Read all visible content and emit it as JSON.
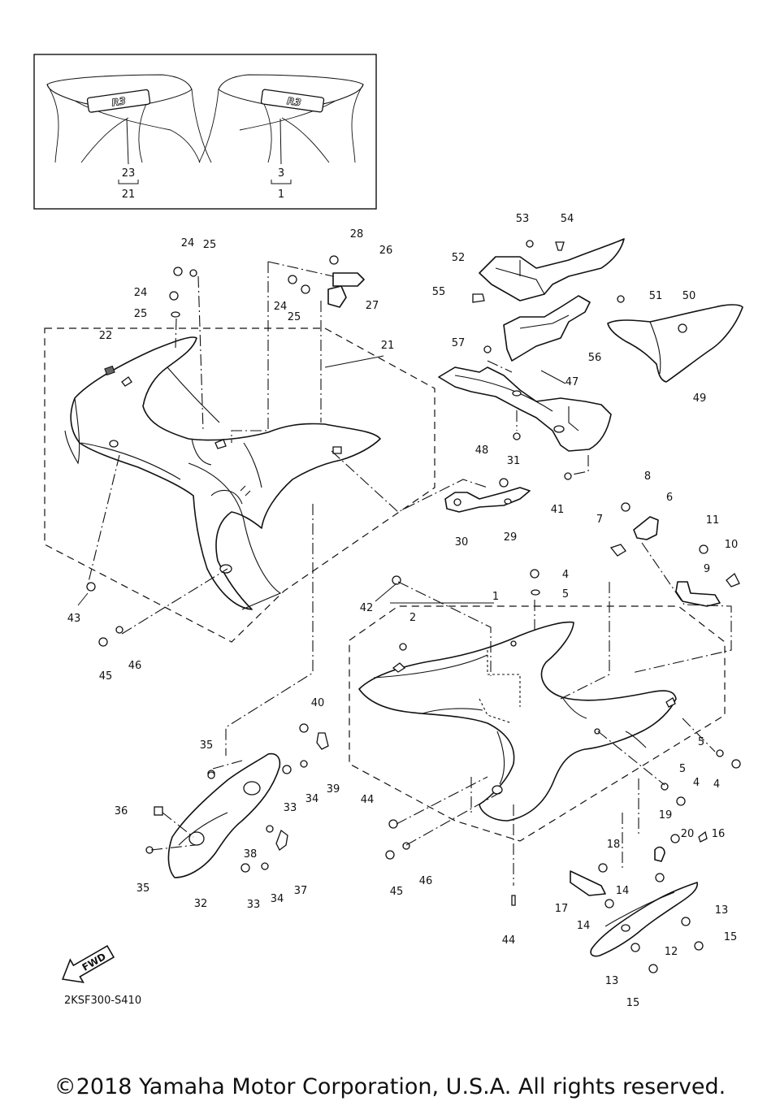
{
  "diagram": {
    "code": "2KSF300-S410",
    "fwd_label": "FWD",
    "copyright": "©2018 Yamaha Motor Corporation, U.S.A. All rights reserved.",
    "inset": {
      "left_labels": [
        "23",
        "21"
      ],
      "right_labels": [
        "3",
        "1"
      ]
    },
    "callouts": [
      "1",
      "2",
      "3",
      "4",
      "5",
      "6",
      "7",
      "8",
      "9",
      "10",
      "11",
      "12",
      "13",
      "14",
      "15",
      "16",
      "17",
      "18",
      "19",
      "20",
      "21",
      "22",
      "23",
      "24",
      "25",
      "26",
      "27",
      "28",
      "29",
      "30",
      "31",
      "32",
      "33",
      "34",
      "35",
      "36",
      "37",
      "38",
      "39",
      "40",
      "41",
      "42",
      "43",
      "44",
      "45",
      "46",
      "47",
      "48",
      "49",
      "50",
      "51",
      "52",
      "53",
      "54",
      "55",
      "56",
      "57"
    ]
  }
}
